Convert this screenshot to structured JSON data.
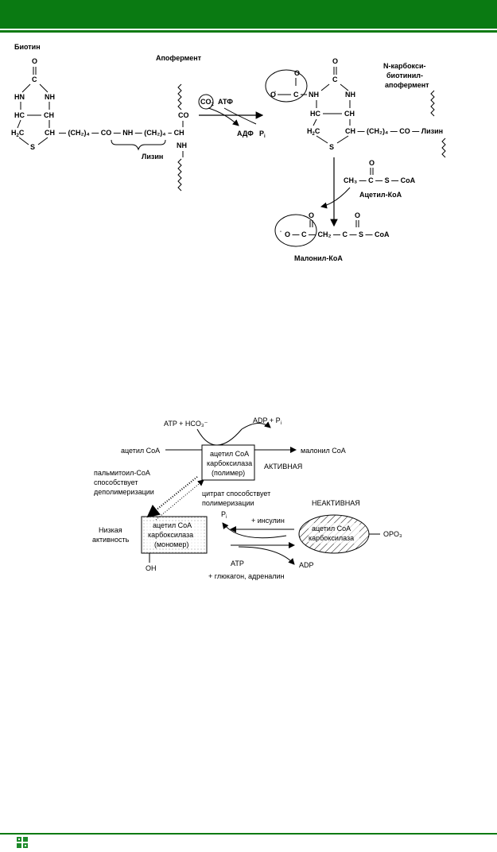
{
  "colors": {
    "header_green": "#0a7a12",
    "rule_green": "#0a7a12",
    "footer_logo": "#1d8a2a"
  },
  "icons": {
    "footer": "app-logo-icon"
  },
  "fig1": {
    "biotin_label": "Биотин",
    "apoenzyme_label": "Апофермент",
    "product_label_1": "N-карбокси-",
    "product_label_2": "биотинил-",
    "product_label_3": "апофермент",
    "co2": "CO",
    "co2_sub": "2",
    "atf": "АТФ",
    "adf": "АДФ",
    "pi": "P",
    "pi_sub": "i",
    "lysine": "Лизин",
    "lysine_product": "Лизин",
    "acetyl_coa_label": "Ацетил-КоА",
    "malonyl_coa_label": "Малонил-КоА",
    "chain": "CH  — (CH₂)₄ — CO — NH — (CH₂)₄ – CH",
    "acetyl_formula": "CH₃ — C — S — CoA",
    "malonyl_formula": "O — C — CH₂ — C — S — CoA",
    "product_chain": "CH — (CH₂)₄ — CO — Лизин"
  },
  "fig2": {
    "atp_hco3": "ATP + HCO₃⁻",
    "adp_pi": "ADP + P",
    "adp_pi_sub": "i",
    "acetyl_coa": "ацетил CoA",
    "malonyl_coa": "малонил CoA",
    "enzyme_active_1": "ацетил CoA",
    "enzyme_active_2": "карбоксилаза",
    "enzyme_active_3": "(полимер)",
    "active": "АКТИВНАЯ",
    "palmitoyl_1": "пальмитоил-CoA",
    "palmitoyl_2": "способствует",
    "palmitoyl_3": "деполимеризации",
    "citrate_1": "цитрат способствует",
    "citrate_2": "полимеризации",
    "low_1": "Низкая",
    "low_2": "активность",
    "monomer_1": "ацетил CoA",
    "monomer_2": "карбоксилаза",
    "monomer_3": "(мономер)",
    "oh": "OH",
    "pi": "P",
    "pi_sub": "i",
    "insulin": "+ инсулин",
    "inactive": "НЕАКТИВНАЯ",
    "inactive_enzyme_1": "ацетил CoA",
    "inactive_enzyme_2": "карбоксилаза",
    "opo3": "OPO₃",
    "atp": "ATP",
    "adp": "ADP",
    "glucagon": "+ глюкагон, адреналин"
  }
}
